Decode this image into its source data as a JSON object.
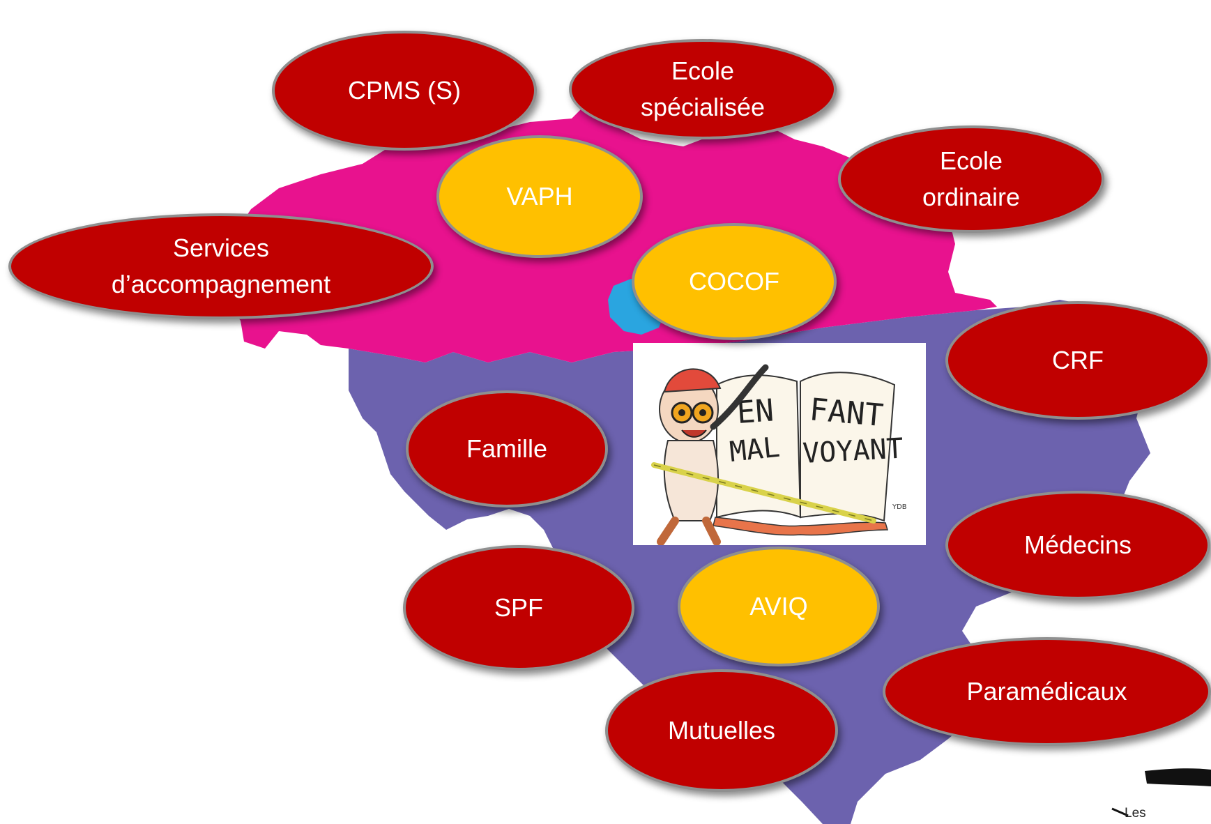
{
  "colors": {
    "north_region": "#e8128e",
    "south_region": "#6c62ae",
    "brussels_region": "#2aa5e0",
    "bubble_red": "#c00000",
    "bubble_gold": "#ffc000",
    "bubble_text": "#ffffff"
  },
  "bubbles": [
    {
      "id": "cpms",
      "label": "CPMS (S)",
      "color": "red"
    },
    {
      "id": "ecole-specialisee",
      "label": "Ecole\nspécialisée",
      "color": "red"
    },
    {
      "id": "ecole-ordinaire",
      "label": "Ecole\nordinaire",
      "color": "red"
    },
    {
      "id": "vaph",
      "label": "VAPH",
      "color": "gold"
    },
    {
      "id": "services-accompagnement",
      "label": "Services\nd’accompagnement",
      "color": "red"
    },
    {
      "id": "cocof",
      "label": "COCOF",
      "color": "gold"
    },
    {
      "id": "crf",
      "label": "CRF",
      "color": "red"
    },
    {
      "id": "famille",
      "label": "Famille",
      "color": "red"
    },
    {
      "id": "medecins",
      "label": "Médecins",
      "color": "red"
    },
    {
      "id": "spf",
      "label": "SPF",
      "color": "red"
    },
    {
      "id": "aviq",
      "label": "AVIQ",
      "color": "gold"
    },
    {
      "id": "paramedicaux",
      "label": "Paramédicaux",
      "color": "red"
    },
    {
      "id": "mutuelles",
      "label": "Mutuelles",
      "color": "red"
    }
  ],
  "logo": {
    "line1_left": "EN",
    "line1_right": "FANT",
    "line2_left": "MAL",
    "line2_right": "VOYANT",
    "signature": "YDB"
  },
  "footer_fragment": {
    "text": "Les"
  }
}
